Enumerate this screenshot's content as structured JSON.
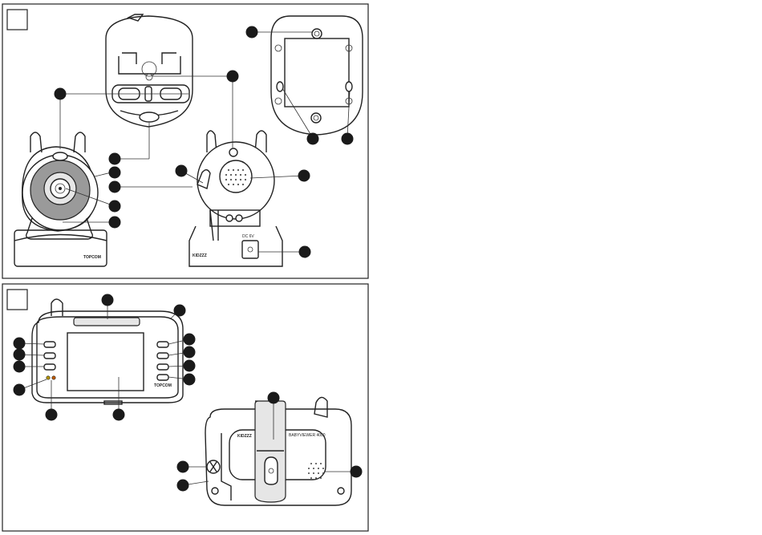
{
  "brand": {
    "camera_logo": "TOPCOM",
    "monitor_logo": "TOPCOM",
    "kidzzz_logo": "KIDZZZ",
    "model_label": "BABYVIEWER 4000"
  },
  "camera_back": {
    "socket_label": "DC 6V"
  },
  "icons": [
    "callout-bullet",
    "speaker-grille",
    "camera-lens",
    "antenna",
    "lcd-screen",
    "belt-clip"
  ]
}
